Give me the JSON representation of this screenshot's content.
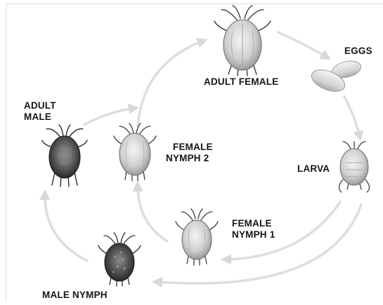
{
  "diagram": {
    "stages": {
      "adult_female": "ADULT FEMALE",
      "eggs": "EGGS",
      "larva": "LARVA",
      "female_nymph_1": [
        "FEMALE",
        "NYMPH 1"
      ],
      "female_nymph_2": [
        "FEMALE",
        "NYMPH 2"
      ],
      "adult_male": [
        "ADULT",
        "MALE"
      ],
      "male_nymph": "MALE NYMPH"
    },
    "colors": {
      "arrow": "#dcdcdc",
      "label": "#151515",
      "female_body": "#d2d2d2",
      "male_body": "#4e4e4e",
      "egg": "#d4d4d4"
    }
  }
}
